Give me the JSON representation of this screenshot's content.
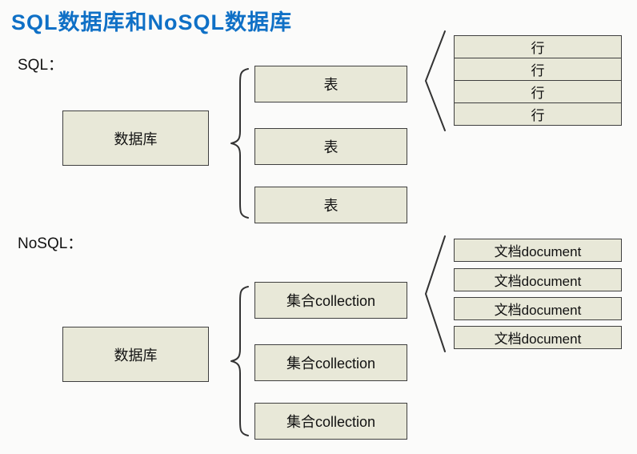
{
  "title": "SQL数据库和NoSQL数据库",
  "colors": {
    "title_blue": "#0f70c6",
    "box_fill": "#e8e8d8",
    "box_border": "#3f3f3f",
    "background": "#fbfbfa"
  },
  "sql": {
    "label": "SQL：",
    "database": "数据库",
    "tables": [
      "表",
      "表",
      "表"
    ],
    "rows": [
      "行",
      "行",
      "行",
      "行"
    ]
  },
  "nosql": {
    "label": "NoSQL：",
    "database": "数据库",
    "collections": [
      "集合collection",
      "集合collection",
      "集合collection"
    ],
    "documents": [
      "文档document",
      "文档document",
      "文档document",
      "文档document"
    ]
  }
}
